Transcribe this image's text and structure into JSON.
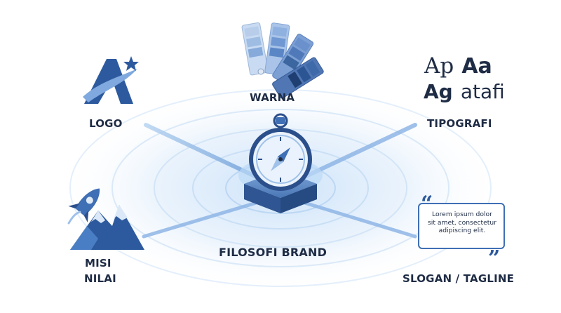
{
  "center": {
    "title": "FILOSOFI BRAND"
  },
  "nodes": {
    "logo": {
      "label": "LOGO"
    },
    "warna": {
      "label": "WARNA"
    },
    "tipografi": {
      "label": "TIPOGRAFI",
      "sample_row1": [
        "Ap",
        "Aa"
      ],
      "sample_row2": [
        "Ag",
        "atafi"
      ]
    },
    "misi_nilai": {
      "label_line1": "MISI",
      "label_line2": "NILAI"
    },
    "slogan": {
      "label": "SLOGAN / TAGLINE",
      "bubble_lines": [
        "Lorem ipsum dolor",
        "sit amet, consectetur",
        "adipiscing elit."
      ]
    }
  },
  "colors": {
    "accent": "#3f6fb4",
    "accent_light": "#9fc1ea",
    "dark": "#1f2c45",
    "ring": "#e3effb"
  },
  "icons": [
    "logo-mark-icon",
    "swatch-fan-icon",
    "compass-icon",
    "rocket-icon",
    "mountain-icon",
    "quote-icon"
  ]
}
